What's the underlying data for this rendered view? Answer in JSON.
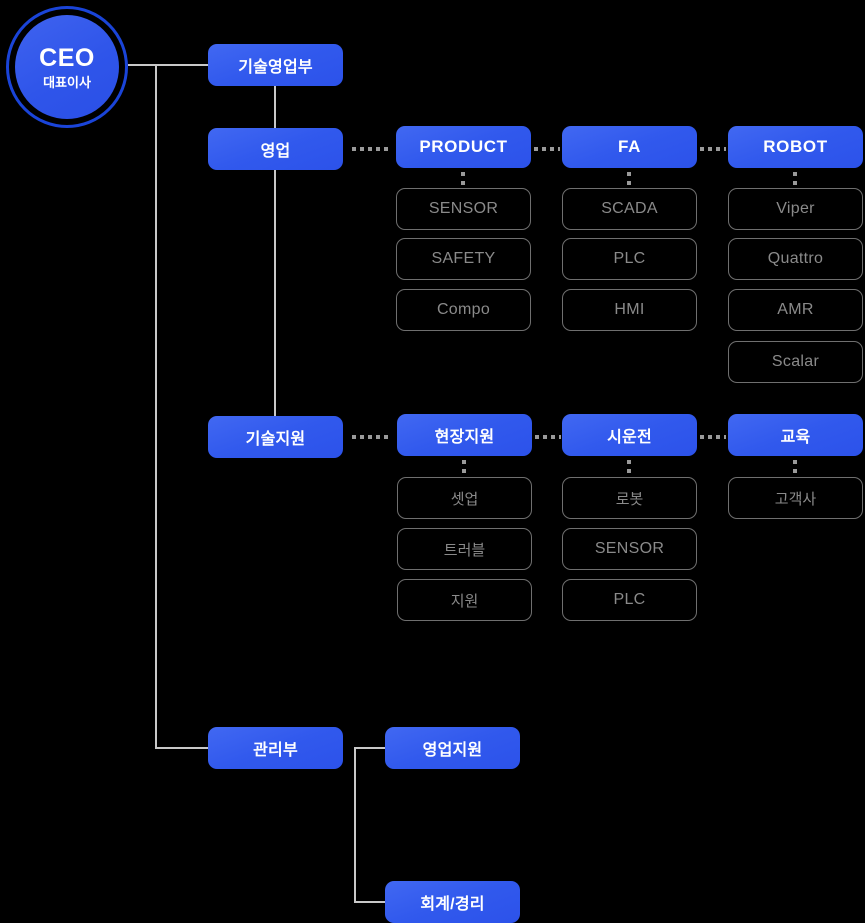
{
  "chart": {
    "type": "org-chart",
    "background_color": "#000000",
    "accent_color": "#3159ed",
    "line_color": "#c8c8c8",
    "dotted_color": "#9a9a9a",
    "outline_box_border": "#6f6f6f",
    "outline_box_text": "#8a8a8a"
  },
  "root": {
    "title": "CEO",
    "subtitle": "대표이사"
  },
  "departments": [
    {
      "id": "tech-sales",
      "label": "기술영업부"
    },
    {
      "id": "management",
      "label": "관리부"
    }
  ],
  "teams": [
    {
      "id": "sales",
      "label": "영업"
    },
    {
      "id": "tech-support",
      "label": "기술지원"
    }
  ],
  "sales_groups": [
    {
      "id": "product",
      "label": "PRODUCT",
      "script": "latin",
      "items": [
        {
          "label": "SENSOR",
          "script": "latin"
        },
        {
          "label": "SAFETY",
          "script": "latin"
        },
        {
          "label": "Compo",
          "script": "latin"
        }
      ]
    },
    {
      "id": "fa",
      "label": "FA",
      "script": "latin",
      "items": [
        {
          "label": "SCADA",
          "script": "latin"
        },
        {
          "label": "PLC",
          "script": "latin"
        },
        {
          "label": "HMI",
          "script": "latin"
        }
      ]
    },
    {
      "id": "robot",
      "label": "ROBOT",
      "script": "latin",
      "items": [
        {
          "label": "Viper",
          "script": "latin"
        },
        {
          "label": "Quattro",
          "script": "latin"
        },
        {
          "label": "AMR",
          "script": "latin"
        },
        {
          "label": "Scalar",
          "script": "latin"
        }
      ]
    }
  ],
  "support_groups": [
    {
      "id": "field-support",
      "label": "현장지원",
      "script": "hangul",
      "items": [
        {
          "label": "셋업",
          "script": "hangul"
        },
        {
          "label": "트러블",
          "script": "hangul"
        },
        {
          "label": "지원",
          "script": "hangul"
        }
      ]
    },
    {
      "id": "commissioning",
      "label": "시운전",
      "script": "hangul",
      "items": [
        {
          "label": "로봇",
          "script": "hangul"
        },
        {
          "label": "SENSOR",
          "script": "latin"
        },
        {
          "label": "PLC",
          "script": "latin"
        }
      ]
    },
    {
      "id": "education",
      "label": "교육",
      "script": "hangul",
      "items": [
        {
          "label": "고객사",
          "script": "hangul"
        }
      ]
    }
  ],
  "management_children": [
    {
      "id": "sales-support",
      "label": "영업지원"
    },
    {
      "id": "accounting",
      "label": "회계/경리"
    }
  ]
}
